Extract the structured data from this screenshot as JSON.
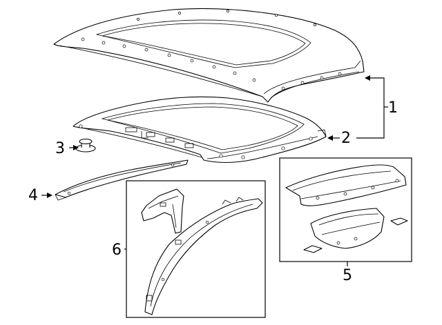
{
  "callouts": [
    {
      "id": "roof-panel",
      "label": "1"
    },
    {
      "id": "roof-frame",
      "label": "2"
    },
    {
      "id": "roof-plug",
      "label": "3"
    },
    {
      "id": "roof-rail",
      "label": "4"
    },
    {
      "id": "rear-header-kit",
      "label": "5"
    },
    {
      "id": "pillar-kit",
      "label": "6"
    }
  ]
}
